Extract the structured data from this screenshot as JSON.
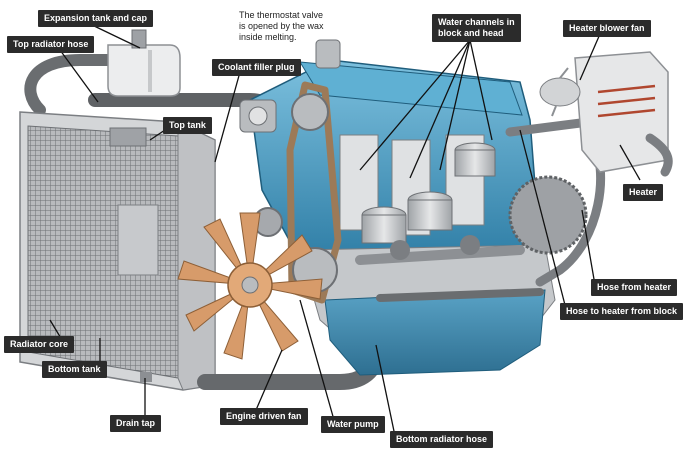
{
  "note": "The thermostat valve\nis opened by the wax\ninside melting.",
  "labels": {
    "expansion_tank_cap": "Expansion tank and cap",
    "top_radiator_hose": "Top radiator hose",
    "coolant_filler_plug": "Coolant filler plug",
    "water_channels": "Water channels in\nblock and head",
    "heater_blower_fan": "Heater blower fan",
    "top_tank": "Top tank",
    "heater": "Heater",
    "hose_from_heater": "Hose from heater",
    "hose_to_heater": "Hose to heater from block",
    "radiator_core": "Radiator core",
    "bottom_tank": "Bottom tank",
    "drain_tap": "Drain tap",
    "engine_driven_fan": "Engine driven fan",
    "water_pump": "Water pump",
    "bottom_radiator_hose": "Bottom radiator hose"
  },
  "colors": {
    "label_bg": "#2b2b2b",
    "engine_blue": "#4a9ec4",
    "metal_grey": "#b9bcbf",
    "radiator_silver": "#cfd1d3",
    "hose_grey": "#6f7275",
    "fan_orange": "#d79b6a"
  }
}
